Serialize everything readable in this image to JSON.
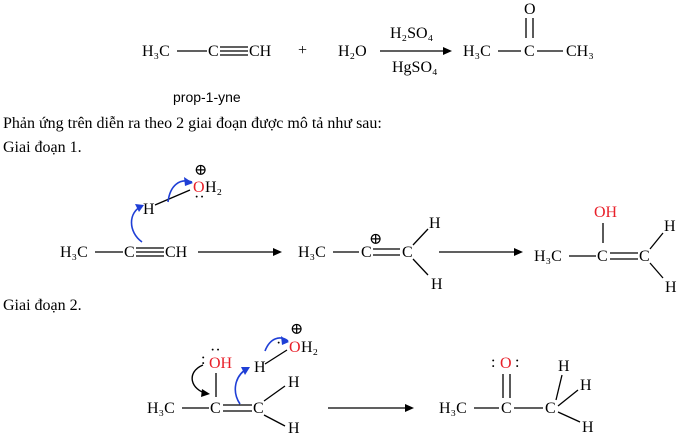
{
  "reaction": {
    "reactant_h3c": "H₃C",
    "reactant_ch": "CH",
    "plus": "+",
    "water": "H₂O",
    "reagent_top": "H₂SO₄",
    "reagent_bottom": "HgSO₄",
    "product_h3c": "H₃C",
    "product_c": "C",
    "product_ch3": "CH₃",
    "product_o": "O",
    "reactant_name": "prop-1-yne"
  },
  "text": {
    "intro": "Phản ứng trên diễn ra theo 2 giai đoạn được mô tả như sau:",
    "stage1": "Giai đoạn 1.",
    "stage2": "Giai đoạn 2."
  },
  "stage1": {
    "hydronium": "OH₂",
    "plus_sign": "⊕",
    "h": "H",
    "h3c": "H₃C",
    "c": "C",
    "ch": "CH",
    "cation_h3c": "H₃C",
    "cation_c1": "C",
    "cation_c2": "C",
    "cation_h_top": "H",
    "cation_h_bottom": "H",
    "enol_oh": "OH",
    "enol_h3c": "H₃C",
    "enol_c1": "C",
    "enol_c2": "C",
    "enol_h_top": "H",
    "enol_h_bottom": "H"
  },
  "stage2": {
    "oh": "OH",
    "hydronium": "OH₂",
    "plus_sign": "⊕",
    "h": "H",
    "h3c": "H₃C",
    "c1": "C",
    "c2": "C",
    "h_top": "H",
    "h_bottom": "H",
    "ketone_o": "O",
    "ketone_h3c": "H₃C",
    "ketone_c1": "C",
    "ketone_c2": "C",
    "ketone_h1": "H",
    "ketone_h2": "H",
    "ketone_h3": "H"
  },
  "colors": {
    "oxygen": "#e8202a",
    "curly_arrow": "#1f3fd6"
  }
}
